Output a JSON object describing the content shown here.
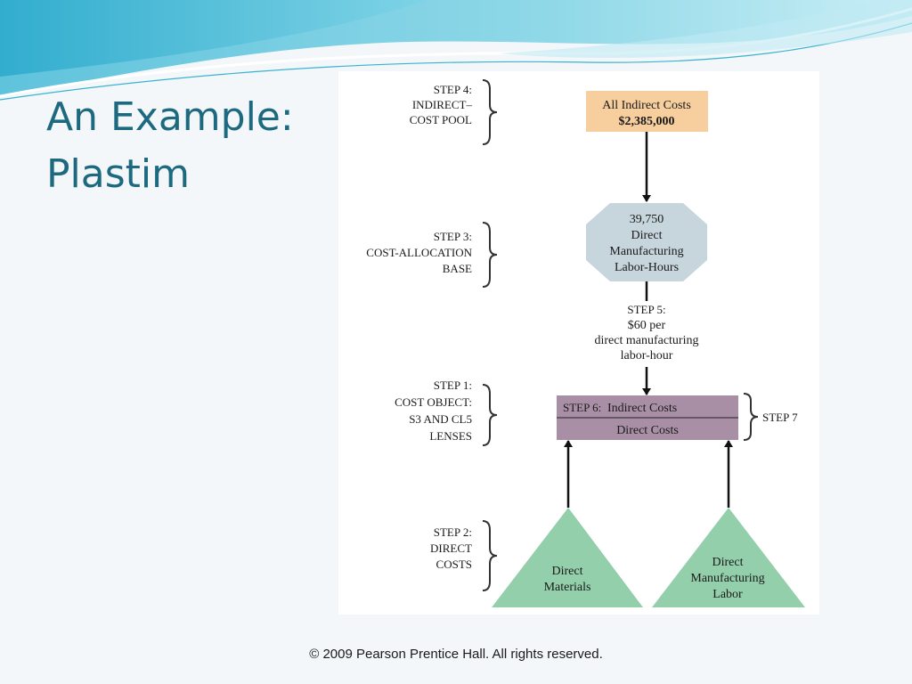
{
  "slide": {
    "title": "An Example:\nPlastim",
    "footer": "© 2009 Pearson Prentice Hall. All rights reserved."
  },
  "colors": {
    "title": "#1d6a80",
    "cost_pool_fill": "#f7ce9e",
    "allocation_base_fill": "#c7d5dd",
    "cost_object_fill": "#a98fa5",
    "direct_costs_fill": "#94cfac"
  },
  "diagram": {
    "step4": {
      "lines": [
        "STEP 4:",
        "INDIRECT–",
        "COST POOL"
      ]
    },
    "step3": {
      "lines": [
        "STEP 3:",
        "COST-ALLOCATION",
        "BASE"
      ]
    },
    "step1": {
      "lines": [
        "STEP 1:",
        "COST OBJECT:",
        "S3 AND CL5",
        "LENSES"
      ]
    },
    "step2": {
      "lines": [
        "STEP 2:",
        "DIRECT",
        "COSTS"
      ]
    },
    "cost_pool": {
      "line1": "All Indirect Costs",
      "line2": "$2,385,000"
    },
    "allocation_base": {
      "lines": [
        "39,750",
        "Direct",
        "Manufacturing",
        "Labor-Hours"
      ]
    },
    "step5": {
      "lines": [
        "STEP 5:",
        "$60 per",
        "direct manufacturing",
        "labor-hour"
      ]
    },
    "cost_object": {
      "step6_label": "STEP 6:",
      "indirect": "Indirect Costs",
      "direct": "Direct Costs"
    },
    "step7": "STEP 7",
    "direct_materials": {
      "lines": [
        "Direct",
        "Materials"
      ]
    },
    "direct_labor": {
      "lines": [
        "Direct",
        "Manufacturing",
        "Labor"
      ]
    }
  }
}
